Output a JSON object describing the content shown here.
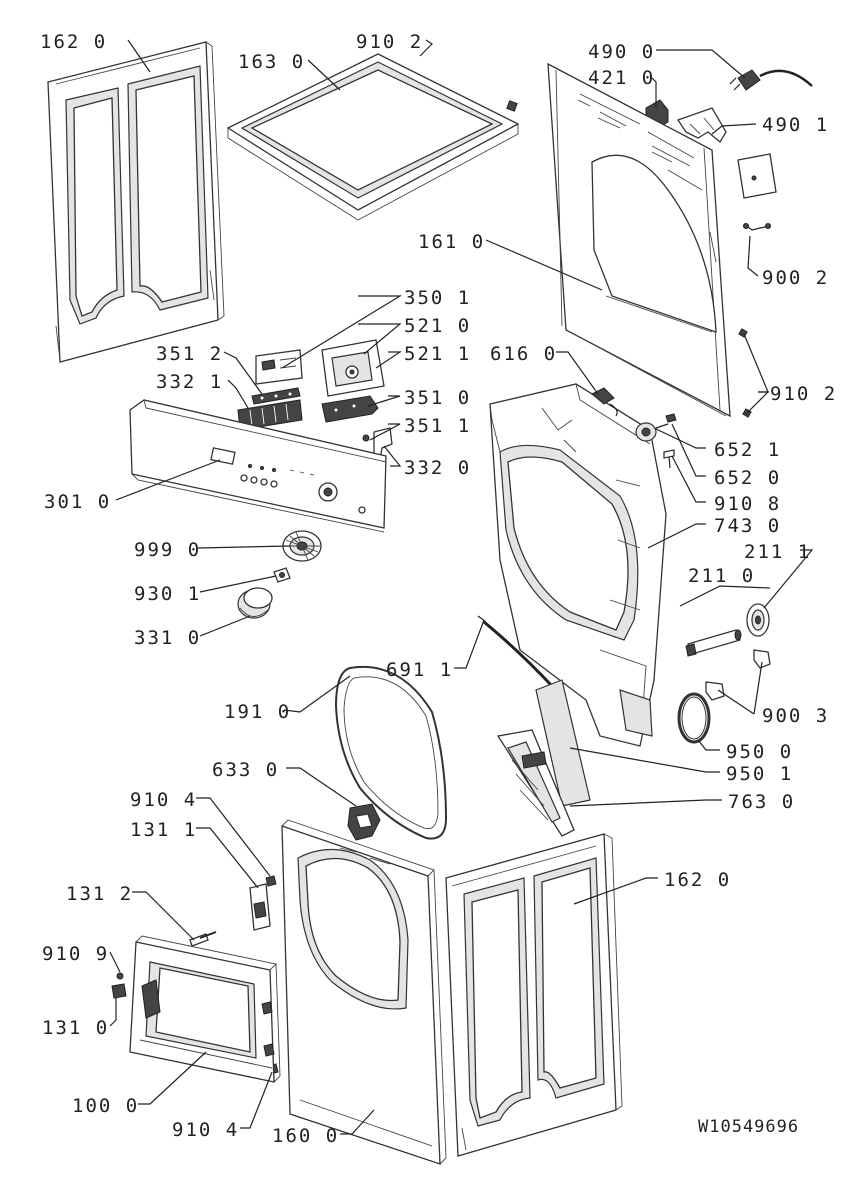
{
  "drawing_id": "W10549696",
  "parts": [
    {
      "key": "p1620a",
      "label": "162 0"
    },
    {
      "key": "p1630",
      "label": "163 0"
    },
    {
      "key": "p9102a",
      "label": "910 2"
    },
    {
      "key": "p4900",
      "label": "490 0"
    },
    {
      "key": "p4210",
      "label": "421 0"
    },
    {
      "key": "p4901",
      "label": "490 1"
    },
    {
      "key": "p1610",
      "label": "161 0"
    },
    {
      "key": "p9002",
      "label": "900 2"
    },
    {
      "key": "p3501",
      "label": "350 1"
    },
    {
      "key": "p5210",
      "label": "521 0"
    },
    {
      "key": "p5211",
      "label": "521 1"
    },
    {
      "key": "p3512",
      "label": "351 2"
    },
    {
      "key": "p3321",
      "label": "332 1"
    },
    {
      "key": "p3510",
      "label": "351 0"
    },
    {
      "key": "p3511",
      "label": "351 1"
    },
    {
      "key": "p3320",
      "label": "332 0"
    },
    {
      "key": "p3010",
      "label": "301 0"
    },
    {
      "key": "p6160",
      "label": "616 0"
    },
    {
      "key": "p9102b",
      "label": "910 2"
    },
    {
      "key": "p6521",
      "label": "652 1"
    },
    {
      "key": "p6520",
      "label": "652 0"
    },
    {
      "key": "p9108",
      "label": "910 8"
    },
    {
      "key": "p7430",
      "label": "743 0"
    },
    {
      "key": "p2111",
      "label": "211 1"
    },
    {
      "key": "p2110",
      "label": "211 0"
    },
    {
      "key": "p9990",
      "label": "999 0"
    },
    {
      "key": "p9301",
      "label": "930 1"
    },
    {
      "key": "p3310",
      "label": "331 0"
    },
    {
      "key": "p6911",
      "label": "691 1"
    },
    {
      "key": "p9003",
      "label": "900 3"
    },
    {
      "key": "p1910",
      "label": "191 0"
    },
    {
      "key": "p9500",
      "label": "950 0"
    },
    {
      "key": "p9501",
      "label": "950 1"
    },
    {
      "key": "p6330",
      "label": "633 0"
    },
    {
      "key": "p7630",
      "label": "763 0"
    },
    {
      "key": "p9104a",
      "label": "910 4"
    },
    {
      "key": "p1311",
      "label": "131 1"
    },
    {
      "key": "p1620b",
      "label": "162 0"
    },
    {
      "key": "p1312",
      "label": "131 2"
    },
    {
      "key": "p9109",
      "label": "910 9"
    },
    {
      "key": "p1310",
      "label": "131 0"
    },
    {
      "key": "p1000",
      "label": "100 0"
    },
    {
      "key": "p9104b",
      "label": "910 4"
    },
    {
      "key": "p1600",
      "label": "160 0"
    }
  ]
}
